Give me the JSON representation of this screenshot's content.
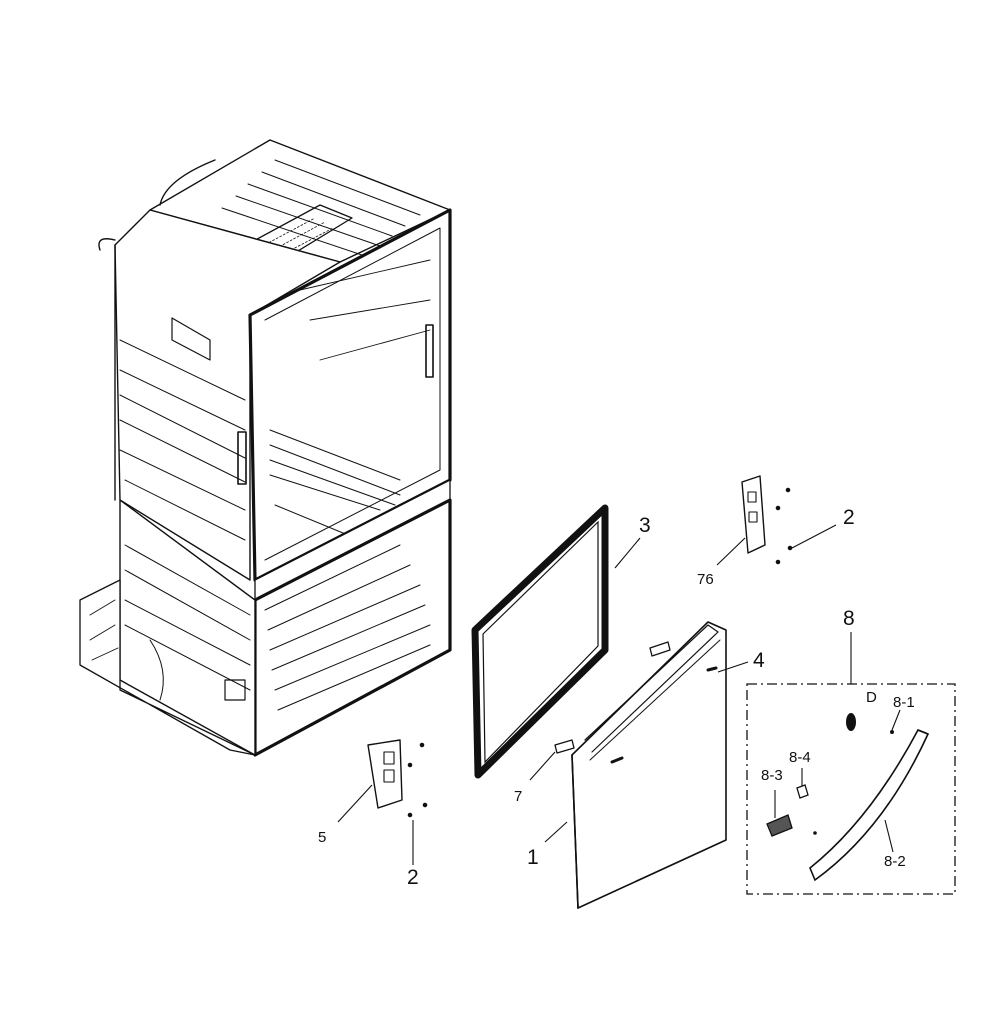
{
  "callouts": {
    "c1": "1",
    "c2a": "2",
    "c2b": "2",
    "c3": "3",
    "c4": "4",
    "c5": "5",
    "c7": "7",
    "c76": "76",
    "c8": "8",
    "c8_1": "8-1",
    "c8_2": "8-2",
    "c8_3": "8-3",
    "c8_4": "8-4",
    "cD": "D"
  },
  "colors": {
    "ink": "#111111",
    "paper": "#ffffff"
  }
}
